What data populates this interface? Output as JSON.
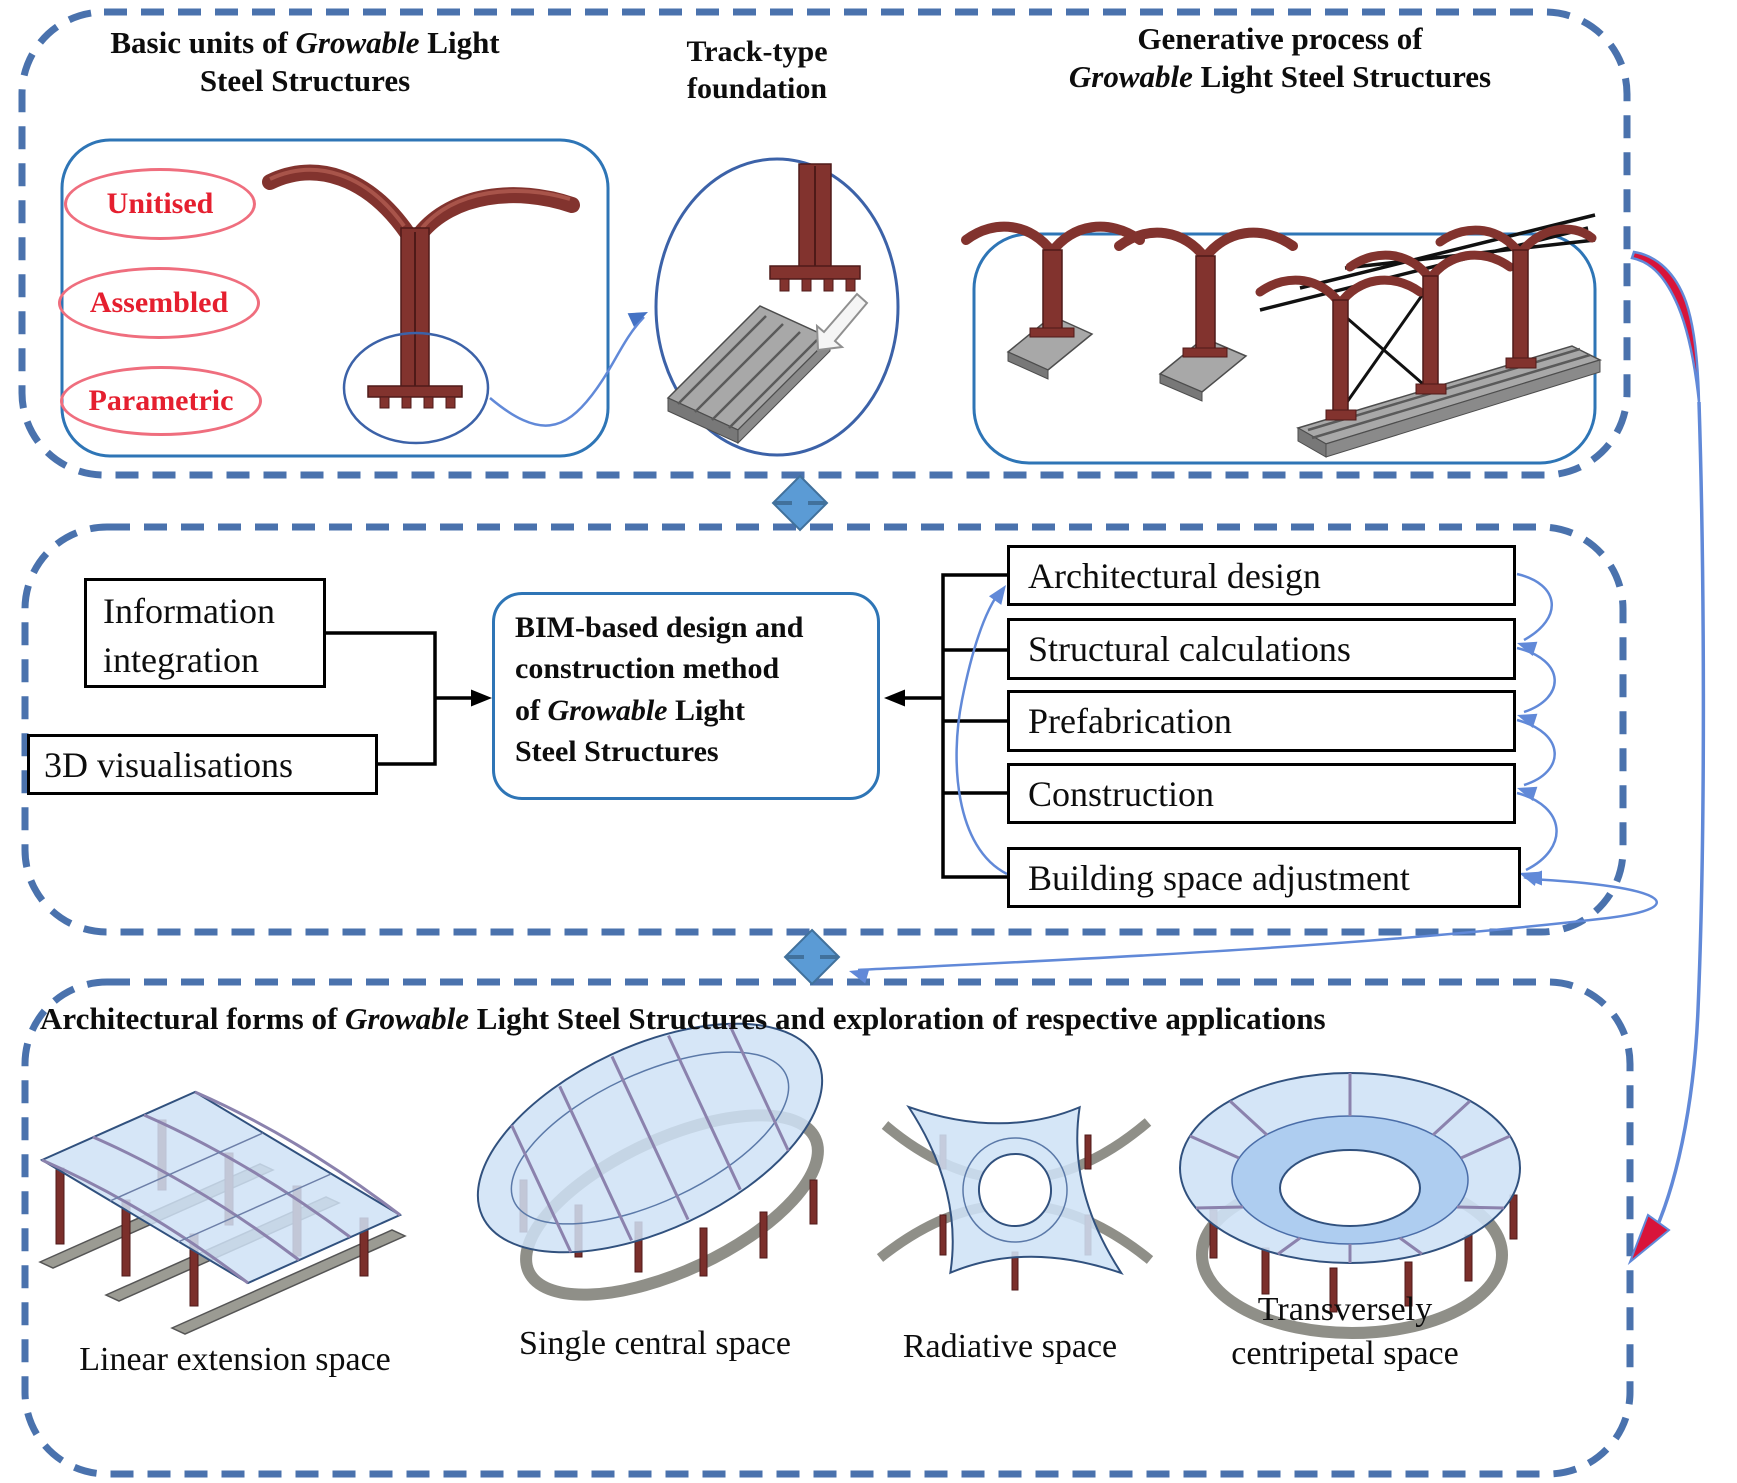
{
  "figure": {
    "top": {
      "basic_units": {
        "title_pre": "Basic units of ",
        "title_em": "Growable",
        "title_post": " Light",
        "title_line2": "Steel Structures",
        "tags": [
          "Unitised",
          "Assembled",
          "Parametric"
        ]
      },
      "track_foundation": {
        "title_line1": "Track-type",
        "title_line2": "foundation"
      },
      "generative": {
        "title_line1": "Generative process of",
        "title_em": "Growable",
        "title_post": " Light Steel Structures"
      }
    },
    "middle": {
      "inputs": [
        {
          "label": "Information integration"
        },
        {
          "label": "3D visualisations"
        }
      ],
      "bim_box": {
        "line1": "BIM-based design and",
        "line2": "construction method",
        "line3_pre": "of ",
        "line3_em": "Growable",
        "line3_post": " Light",
        "line4": "Steel Structures"
      },
      "process_steps": [
        {
          "label": "Architectural design"
        },
        {
          "label": "Structural calculations"
        },
        {
          "label": "Prefabrication"
        },
        {
          "label": "Construction"
        },
        {
          "label": "Building space adjustment"
        }
      ]
    },
    "bottom": {
      "title_pre": "Architectural forms of ",
      "title_em": "Growable",
      "title_post": " Light Steel Structures and exploration of respective applications",
      "forms": [
        {
          "label": "Linear extension space"
        },
        {
          "label": "Single central space"
        },
        {
          "label": "Radiative space"
        },
        {
          "label_line1": "Transversely",
          "label_line2": "centripetal space"
        }
      ]
    },
    "colors": {
      "section_border": "#4a72ad",
      "panel_border": "#2e75b6",
      "connector_blue": "#6189d8",
      "double_arrow_fill": "#5b9bd5",
      "red_accent": "#e51f2f",
      "red_ellipse_border": "#ef6e7e",
      "steel_maroon": "#82332e",
      "track_gray": "#a6a6a6",
      "canopy_blue": "#cfe2f6",
      "swoosh_red": "#d8143a"
    }
  }
}
